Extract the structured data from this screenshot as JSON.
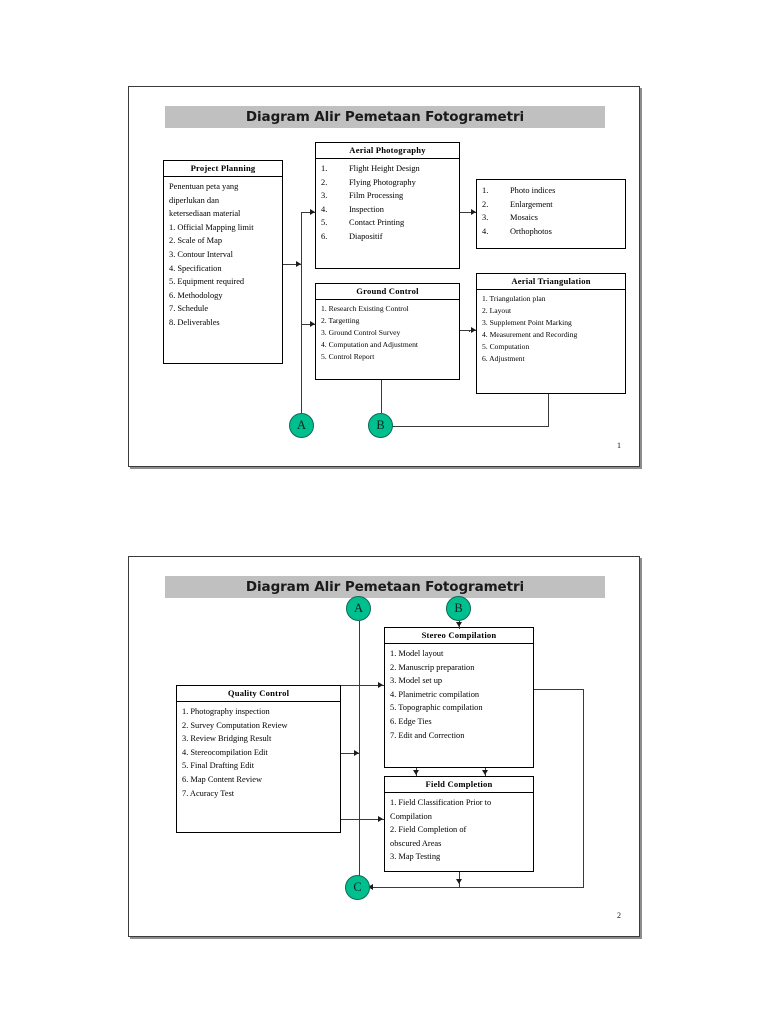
{
  "document": {
    "title": "Diagram Alir Pemetaan Fotogrametri",
    "accent_circle_color": "#00bf8f",
    "title_bar_color": "#c0c0c0"
  },
  "slide1": {
    "title": "Diagram Alir Pemetaan Fotogrametri",
    "page_number": "1",
    "boxes": {
      "project_planning": {
        "header": "Project Planning",
        "lines": [
          "Penentuan peta yang",
          "diperlukan dan",
          "ketersediaan material",
          "1. Official Mapping limit",
          "2. Scale of Map",
          "3. Contour Interval",
          "4. Specification",
          "5. Equipment required",
          "6. Methodology",
          "7. Schedule",
          "8. Deliverables"
        ]
      },
      "aerial_photography": {
        "header": "Aerial Photography",
        "items": [
          {
            "num": "1.",
            "text": "Flight Height Design"
          },
          {
            "num": "2.",
            "text": "Flying Photography"
          },
          {
            "num": "3.",
            "text": "Film Processing"
          },
          {
            "num": "4.",
            "text": "Inspection"
          },
          {
            "num": "5.",
            "text": "Contact Printing"
          },
          {
            "num": "6.",
            "text": "Diapositif"
          }
        ]
      },
      "photo_products": {
        "header": "",
        "items": [
          {
            "num": "1.",
            "text": "Photo indices"
          },
          {
            "num": "2.",
            "text": "Enlargement"
          },
          {
            "num": "3.",
            "text": "Mosaics"
          },
          {
            "num": "4.",
            "text": "Orthophotos"
          }
        ]
      },
      "ground_control": {
        "header": "Ground Control",
        "lines": [
          "1. Research Existing Control",
          "2. Targetting",
          "3. Ground Control Survey",
          "4. Computation and Adjustment",
          "5. Control Report"
        ]
      },
      "aerial_triangulation": {
        "header": "Aerial Triangulation",
        "lines": [
          "1. Triangulation plan",
          "2. Layout",
          "3. Supplement Point Marking",
          "4. Measurement and Recording",
          "5. Computation",
          "6. Adjustment"
        ]
      }
    },
    "connectors": [
      {
        "label": "A"
      },
      {
        "label": "B"
      }
    ]
  },
  "slide2": {
    "title": "Diagram Alir Pemetaan Fotogrametri",
    "page_number": "2",
    "connectors_top": [
      {
        "label": "A"
      },
      {
        "label": "B"
      }
    ],
    "connector_bottom": {
      "label": "C"
    },
    "boxes": {
      "quality_control": {
        "header": "Quality Control",
        "lines": [
          "1. Photography inspection",
          "2. Survey Computation Review",
          "3. Review Bridging Result",
          "4. Stereocompilation Edit",
          "5. Final Drafting Edit",
          "6. Map Content Review",
          "7. Acuracy Test"
        ]
      },
      "stereo_compilation": {
        "header": "Stereo Compilation",
        "lines": [
          "1. Model layout",
          "2. Manuscrip preparation",
          "3. Model set up",
          "4. Planimetric compilation",
          "5. Topographic compilation",
          "6. Edge Ties",
          "7. Edit and Correction"
        ]
      },
      "field_completion": {
        "header": "Field Completion",
        "lines": [
          "1. Field Classification Prior to",
          "    Compilation",
          "2. Field Completion of",
          "    obscured Areas",
          "3. Map Testing"
        ]
      }
    }
  }
}
